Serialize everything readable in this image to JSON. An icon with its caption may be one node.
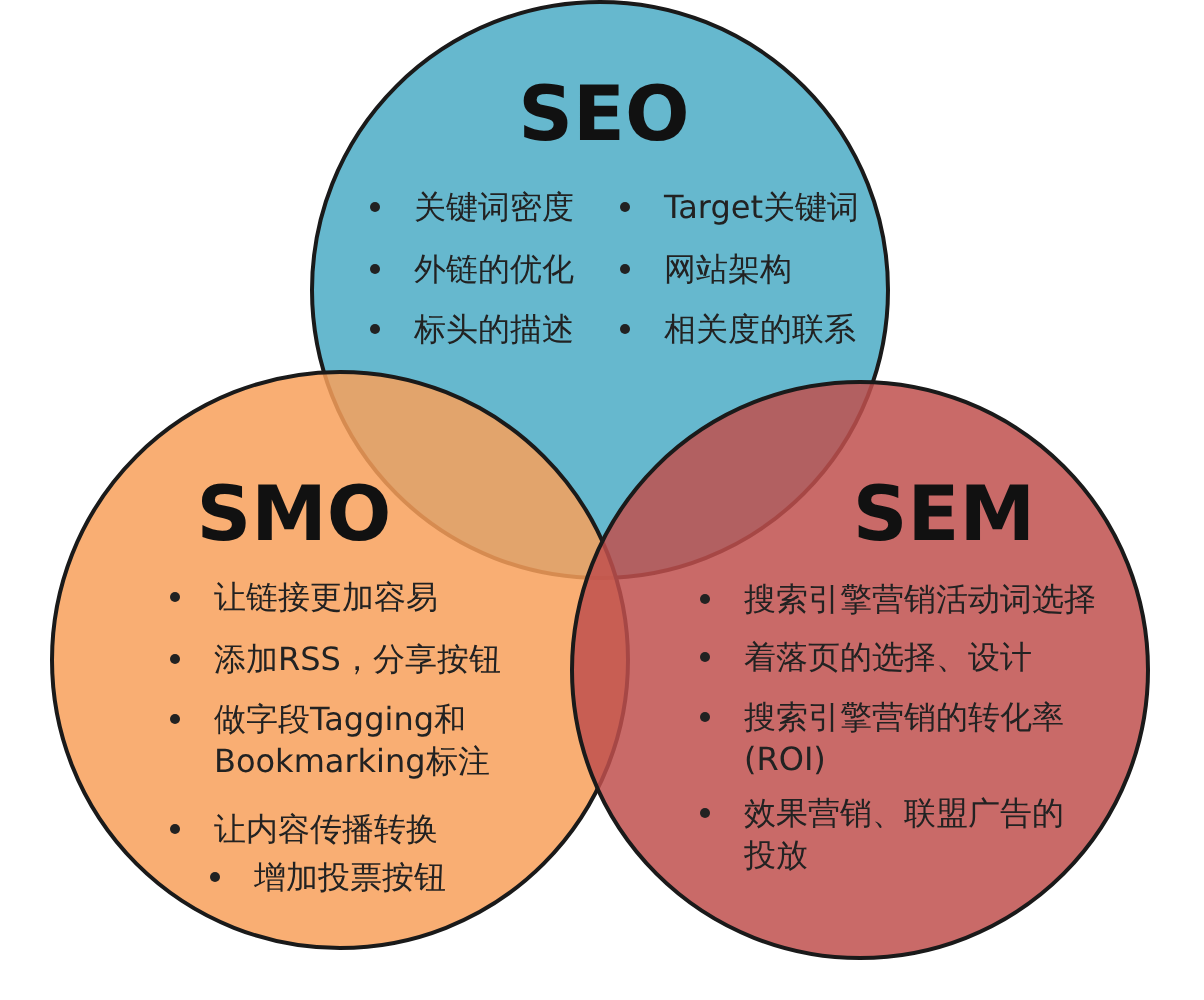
{
  "diagram": {
    "nodes": [
      {
        "text": [
          "SEO",
          "关键词密度",
          "Target关键词",
          "外链的优化",
          "网站架构",
          "标头的描述",
          "相关度的联系"
        ]
      },
      {
        "text": [
          "SMO",
          "让链接更加容易",
          "添加RSS，分享按钮",
          "做字段Tagging和Bookmarking标注",
          "让内容传播转换",
          "增加投票按钮"
        ]
      },
      {
        "text": [
          "SEM",
          "搜索引擎营销活动词选择",
          "着落页的选择、设计",
          "搜索引擎营销的转化率(ROI)",
          "效果营销、联盟广告的投放"
        ]
      }
    ],
    "edges": []
  }
}
